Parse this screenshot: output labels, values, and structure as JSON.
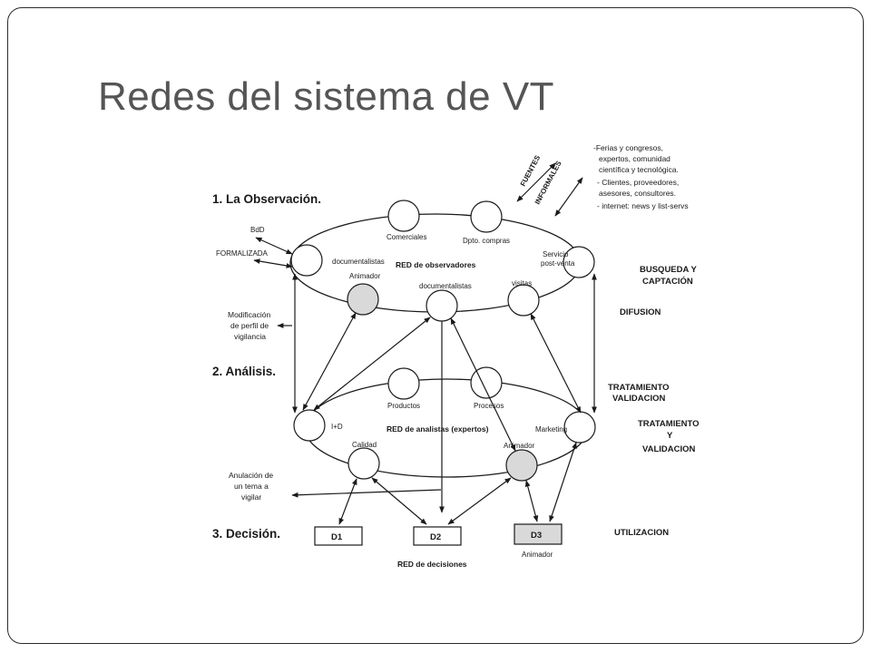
{
  "slide": {
    "title": "Redes del sistema de VT"
  },
  "diagram": {
    "sections": {
      "observation": "1. La Observación.",
      "analysis": "2. Análisis.",
      "decision": "3. Decisión."
    },
    "informal_sources": {
      "fuentes": "FUENTES",
      "informales": "INFORMALES",
      "list": [
        "-Ferias y congresos,",
        "expertos, comunidad",
        "científica y tecnológica.",
        "- Clientes, proveedores,",
        "asesores, consultores.",
        "- internet: news y list-servs"
      ]
    },
    "left_labels": {
      "bdd": "BdD",
      "formalizada": "FORMALIZADA",
      "modificacion": [
        "Modificación",
        "de perfil de",
        "vigilancia"
      ],
      "anulacion": [
        "Anulación de",
        "un tema a",
        "vigilar"
      ]
    },
    "observers": {
      "network_label": "RED de observadores",
      "comerciales": "Comerciales",
      "dpto_compras": "Dpto. compras",
      "documentalistas_left": "documentalistas",
      "servicio": [
        "Servicio",
        "post-venta"
      ],
      "animador": "Animador",
      "documentalistas_bottom": "documentalistas",
      "visitas": "visitas"
    },
    "analysts": {
      "network_label": "RED de analistas (expertos)",
      "productos": "Productos",
      "procesos": "Procesos",
      "id": "I+D",
      "marketing": "Marketing",
      "calidad": "Calidad",
      "animador": "Animador"
    },
    "decisions": {
      "d1": "D1",
      "d2": "D2",
      "d3": "D3",
      "animador": "Animador",
      "network_label": "RED de decisiones"
    },
    "right_labels": {
      "busqueda": [
        "BUSQUEDA Y",
        "CAPTACIÓN"
      ],
      "difusion": "DIFUSION",
      "tratamiento1": [
        "TRATAMIENTO",
        "VALIDACION"
      ],
      "tratamiento2": [
        "TRATAMIENTO",
        "Y",
        "VALIDACION"
      ],
      "utilizacion": "UTILIZACION"
    },
    "colors": {
      "frame": "#2b2b2b",
      "title": "#555555",
      "shaded_node": "#d9d9d9",
      "ink": "#1a1a1a"
    }
  }
}
